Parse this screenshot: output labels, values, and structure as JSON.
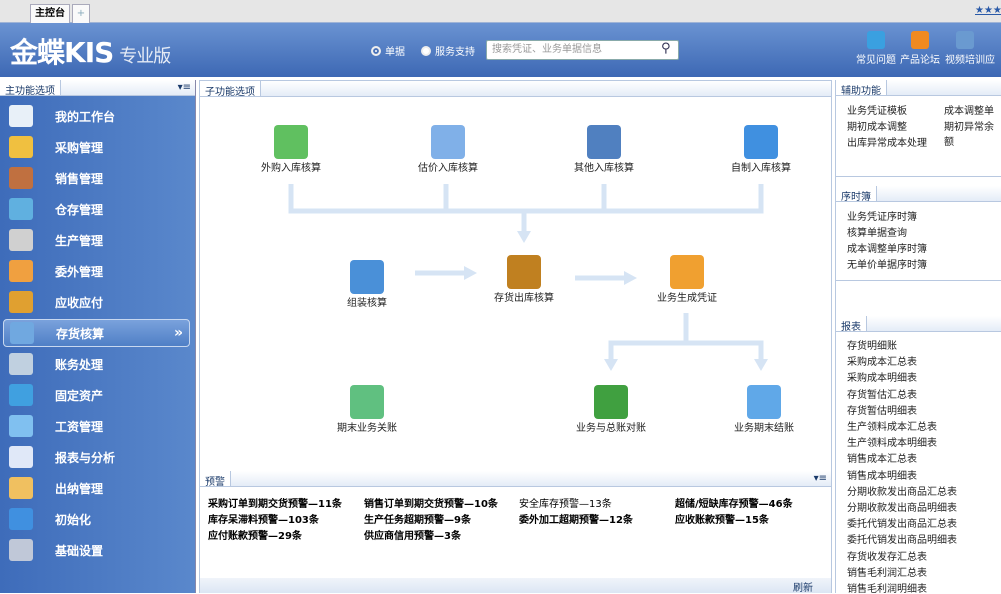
{
  "tabs": {
    "main": "主控台",
    "add": "+",
    "menu_icon": "stars-menu-icon"
  },
  "header": {
    "logo": "金蝶KIS",
    "edition": "专业版",
    "radio_doc": "单据",
    "radio_service": "服务支持",
    "search_placeholder": "搜索凭证、业务单据信息",
    "buttons": [
      {
        "label": "常见问题",
        "color": "#3aa0e0"
      },
      {
        "label": "产品论坛",
        "color": "#f08a20"
      },
      {
        "label": "视频培训",
        "color": "#6a9ad0"
      },
      {
        "label": "应",
        "color": "#3d68b4"
      }
    ]
  },
  "left": {
    "title": "主功能选项",
    "items": [
      {
        "label": "我的工作台",
        "color": "#e8f0f8"
      },
      {
        "label": "采购管理",
        "color": "#f0c040"
      },
      {
        "label": "销售管理",
        "color": "#c07040"
      },
      {
        "label": "仓存管理",
        "color": "#60b0e0"
      },
      {
        "label": "生产管理",
        "color": "#d0d0d0"
      },
      {
        "label": "委外管理",
        "color": "#f0a040"
      },
      {
        "label": "应收应付",
        "color": "#e0a030"
      },
      {
        "label": "存货核算",
        "color": "#70a8e0"
      },
      {
        "label": "账务处理",
        "color": "#c0d0e0"
      },
      {
        "label": "固定资产",
        "color": "#40a0e0"
      },
      {
        "label": "工资管理",
        "color": "#80c0f0"
      },
      {
        "label": "报表与分析",
        "color": "#e0e8f8"
      },
      {
        "label": "出纳管理",
        "color": "#f0c060"
      },
      {
        "label": "初始化",
        "color": "#4090e0"
      },
      {
        "label": "基础设置",
        "color": "#c0c8d8"
      }
    ],
    "active_index": 7
  },
  "center": {
    "title": "子功能选项",
    "flow": [
      {
        "label": "外购入库核算",
        "color": "#60c060"
      },
      {
        "label": "估价入库核算",
        "color": "#80b0e8"
      },
      {
        "label": "其他入库核算",
        "color": "#5080c0"
      },
      {
        "label": "自制入库核算",
        "color": "#4090e0"
      },
      {
        "label": "组装核算",
        "color": "#4a90d8"
      },
      {
        "label": "存货出库核算",
        "color": "#c08020"
      },
      {
        "label": "业务生成凭证",
        "color": "#f0a030"
      },
      {
        "label": "期末业务关账",
        "color": "#60c080"
      },
      {
        "label": "业务与总账对账",
        "color": "#40a040"
      },
      {
        "label": "业务期末结账",
        "color": "#60a8e8"
      }
    ],
    "warn_title": "预警",
    "warnings": [
      "采购订单到期交货预警—11条",
      "销售订单到期交货预警—10条",
      "安全库存预警—13条",
      "超储/短缺库存预警—46条",
      "库存呆滞料预警—103条",
      "生产任务超期预警—9条",
      "委外加工超期预警—12条",
      "应收账款预警—15条",
      "应付账款预警—29条",
      "供应商信用预警—3条"
    ],
    "refresh": "刷新"
  },
  "right": {
    "aux_title": "辅助功能",
    "aux": [
      "业务凭证模板",
      "成本调整单",
      "期初成本调整",
      "期初异常余额",
      "出库异常成本处理"
    ],
    "seq_title": "序时簿",
    "seq": [
      "业务凭证序时簿",
      "核算单据查询",
      "成本调整单序时簿",
      "无单价单据序时簿"
    ],
    "rep_title": "报表",
    "reports": [
      "存货明细账",
      "采购成本汇总表",
      "采购成本明细表",
      "存货暂估汇总表",
      "存货暂估明细表",
      "生产领料成本汇总表",
      "生产领料成本明细表",
      "销售成本汇总表",
      "销售成本明细表",
      "分期收款发出商品汇总表",
      "分期收款发出商品明细表",
      "委托代销发出商品汇总表",
      "委托代销发出商品明细表",
      "存货收发存汇总表",
      "销售毛利润汇总表",
      "销售毛利润明细表"
    ]
  }
}
